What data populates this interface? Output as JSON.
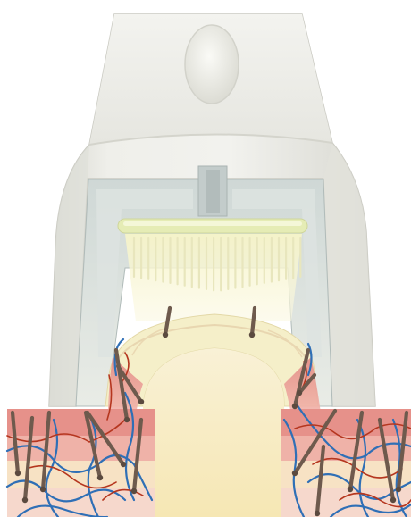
{
  "diagram": {
    "colors": {
      "device_body": "#ecece6",
      "device_shadow": "#d7d7cf",
      "chamber_wall": "#b9c4c3",
      "chamber_inner": "#d9e0de",
      "light_emitter": "#e6edb7",
      "light_glow": "#f7f6cf",
      "tissue_pink": "#e9a7a0",
      "tissue_light": "#f6d3c8",
      "tissue_yellow": "#f5e9b6",
      "vessel_blue": "#2f6fb6",
      "vessel_red": "#b5361f",
      "hair_brown": "#6e5a4d"
    },
    "parts": [
      "handpiece-body",
      "top-button",
      "vacuum-channel",
      "light-emitter",
      "light-rays",
      "suctioned-skin",
      "hair-follicles",
      "blood-vessels"
    ]
  }
}
